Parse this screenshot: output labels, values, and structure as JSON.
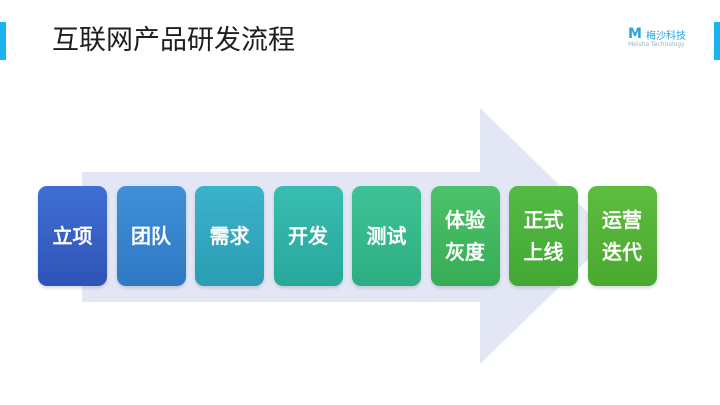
{
  "title": "互联网产品研发流程",
  "logo": {
    "mark": "M",
    "name": "梅沙科技",
    "sub": "Meisha Technology"
  },
  "steps": [
    {
      "line1": "立项",
      "line2": "",
      "color_top": "#3f6fd3",
      "color_bottom": "#2f53b8"
    },
    {
      "line1": "团队",
      "line2": "",
      "color_top": "#3f90d8",
      "color_bottom": "#2f78c4"
    },
    {
      "line1": "需求",
      "line2": "",
      "color_top": "#3bb3c9",
      "color_bottom": "#2b9cb3"
    },
    {
      "line1": "开发",
      "line2": "",
      "color_top": "#38bdb0",
      "color_bottom": "#27a89b"
    },
    {
      "line1": "测试",
      "line2": "",
      "color_top": "#3ec295",
      "color_bottom": "#2dae82"
    },
    {
      "line1": "体验",
      "line2": "灰度",
      "color_top": "#4cc36a",
      "color_bottom": "#36ad55"
    },
    {
      "line1": "正式",
      "line2": "上线",
      "color_top": "#55bb44",
      "color_bottom": "#42a833"
    },
    {
      "line1": "运营",
      "line2": "迭代",
      "color_top": "#5ebc3f",
      "color_bottom": "#4aa92f"
    }
  ],
  "arrow_color": "#e3e7f5"
}
